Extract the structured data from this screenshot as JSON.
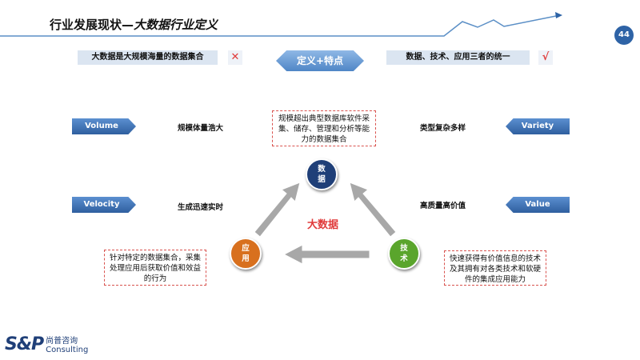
{
  "header": {
    "title_plain": "行业发展现状—",
    "title_italic": "大数据行业定义",
    "page_number": "44"
  },
  "top_row": {
    "wrong_statement": "大数据是大规模海量的数据集合",
    "wrong_mark": "✕",
    "center_label": "定义+特点",
    "right_statement": "数据、技术、应用三者的统一",
    "right_mark": "√"
  },
  "features": [
    {
      "name": "Volume",
      "desc": "规模体量浩大"
    },
    {
      "name": "Velocity",
      "desc": "生成迅速实时"
    },
    {
      "name": "Variety",
      "desc": "类型复杂多样"
    },
    {
      "name": "Value",
      "desc": "高质量高价值"
    }
  ],
  "diagram": {
    "center_label": "大数据",
    "data_node": "数据",
    "data_desc": "规模超出典型数据库软件采集、储存、管理和分析等能力的数据集合",
    "app_node": "应用",
    "app_desc": "针对特定的数据集合，采集处理应用后获取价值和效益的行为",
    "tech_node": "技术",
    "tech_desc": "快速获得有价值信息的技术及其拥有对各类技术和软硬件的集成应用能力"
  },
  "logo": {
    "mark": "S&P",
    "cn": "尚普咨询",
    "en": "Consulting"
  },
  "colors": {
    "accent": "#2e63a6",
    "red": "#e03a3a",
    "orange": "#d8701e",
    "green": "#5aa52c"
  }
}
